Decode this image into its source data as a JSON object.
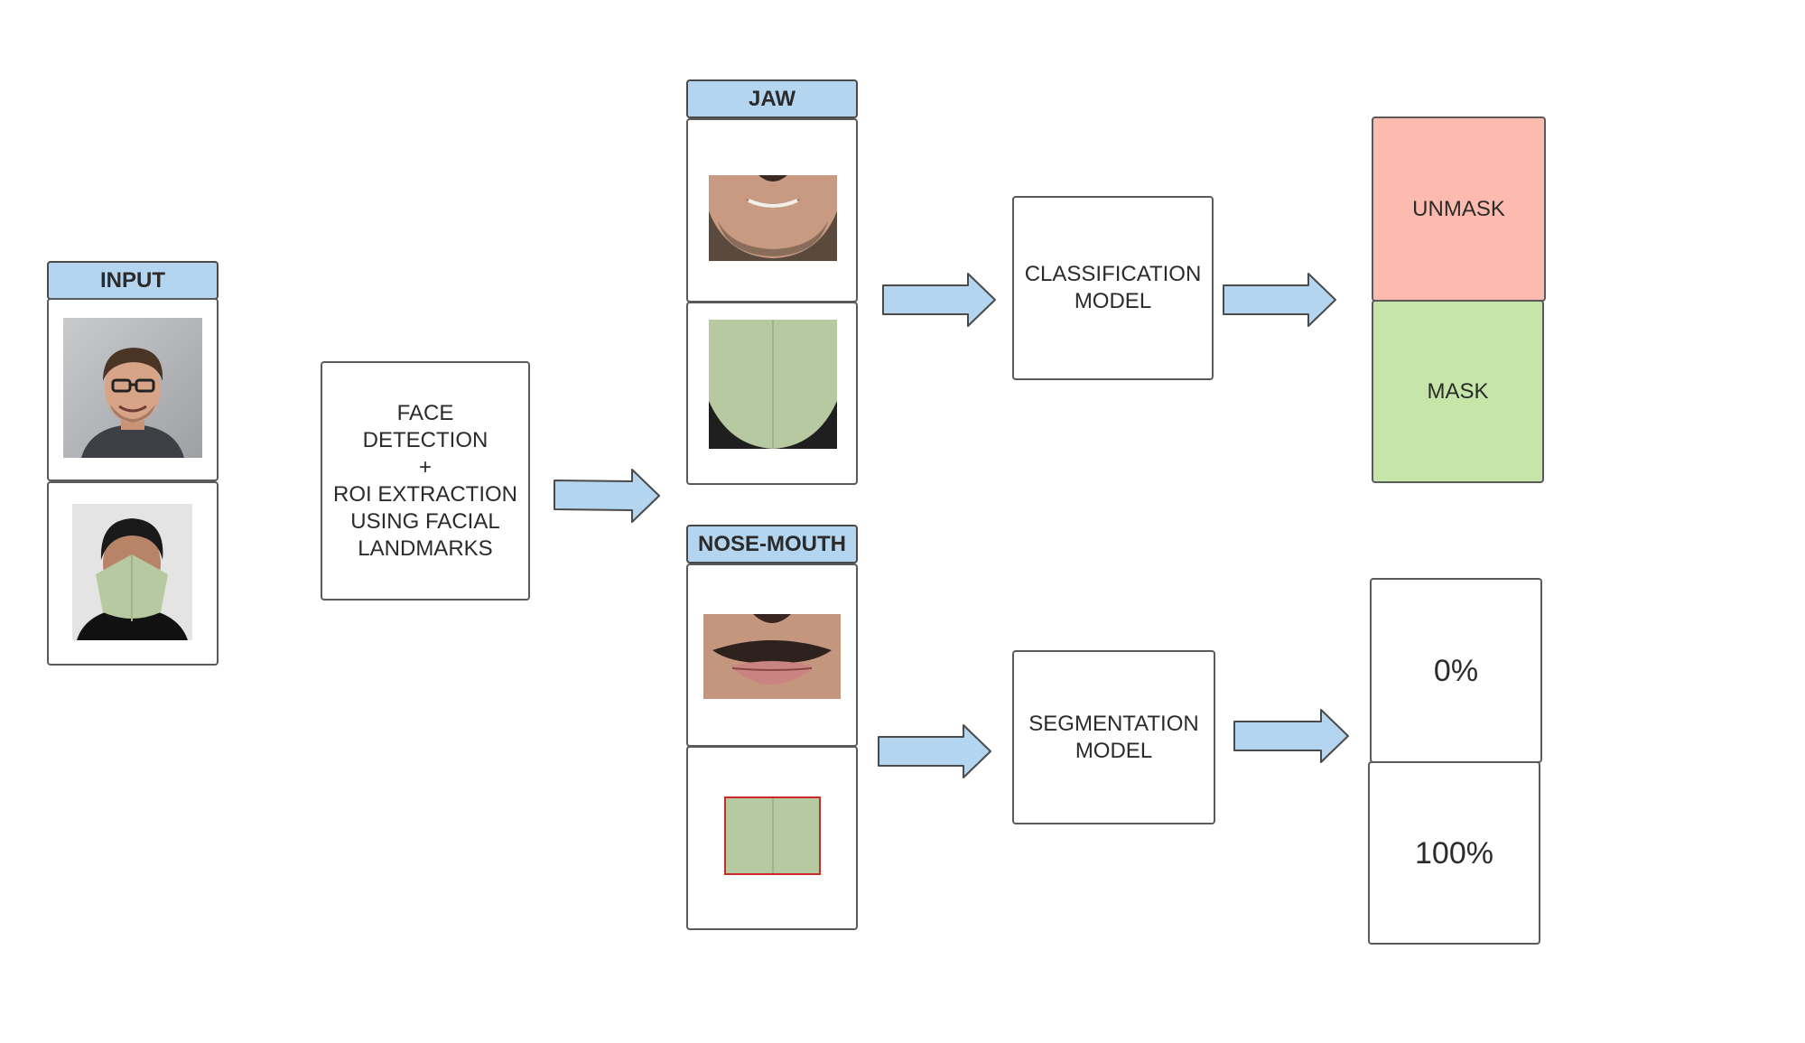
{
  "input": {
    "header": "INPUT"
  },
  "face_detection": {
    "label": "FACE\nDETECTION\n+\nROI EXTRACTION\nUSING FACIAL\nLANDMARKS"
  },
  "jaw": {
    "header": "JAW"
  },
  "nose_mouth": {
    "header": "NOSE-MOUTH"
  },
  "classification": {
    "label": "CLASSIFICATION\nMODEL"
  },
  "segmentation": {
    "label": "SEGMENTATION\nMODEL"
  },
  "outputs": {
    "unmask": "UNMASK",
    "mask": "MASK",
    "pct_low": "0%",
    "pct_high": "100%"
  },
  "colors": {
    "header_fill": "#b3d5f0",
    "arrow_fill": "#b3d5f0",
    "unmask_fill": "#fdbbb0",
    "mask_fill": "#c5e6a8",
    "mask_cloth": "#b7c9a0",
    "highlight_border": "#cc2b2b"
  },
  "icons": {
    "input_face_unmasked": "face-photo-unmasked",
    "input_face_masked": "face-photo-masked",
    "jaw_unmasked": "jaw-crop-unmasked",
    "jaw_masked": "jaw-crop-masked",
    "nose_mouth_unmasked": "nose-mouth-crop-unmasked",
    "nose_mouth_masked": "nose-mouth-crop-masked"
  }
}
